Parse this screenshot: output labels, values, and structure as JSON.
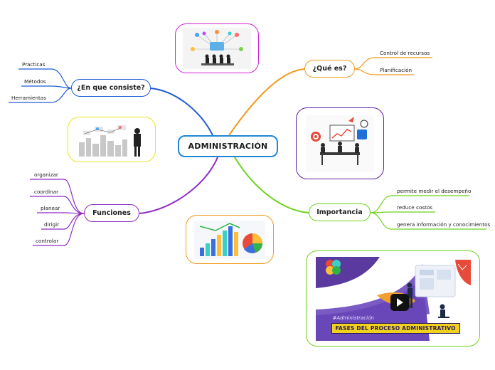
{
  "central": "ADMINISTRACIÓN",
  "branches": {
    "consiste": {
      "label": "¿En que consiste?",
      "color": "#1e5bd6",
      "leaves": [
        "Practicas",
        "Métodos",
        "Herramientas"
      ]
    },
    "que_es": {
      "label": "¿Qué es?",
      "color": "#f29a1c",
      "leaves": [
        "Control de recursos",
        "Planificación"
      ]
    },
    "funciones": {
      "label": "Funciones",
      "color": "#8e2bc2",
      "leaves": [
        "organizar",
        "coordinar",
        "planear",
        "dirigir",
        "controlar"
      ]
    },
    "importancia": {
      "label": "Importancia",
      "color": "#6cd21e",
      "leaves": [
        "permite medir el desempeño",
        "reduce costos",
        "genera información y conocimientos"
      ]
    }
  },
  "images": {
    "network": {
      "border": "#d41fd4",
      "icon": "network-people-illustration"
    },
    "meeting": {
      "border": "#5a1fa8",
      "icon": "business-meeting-illustration"
    },
    "city": {
      "border": "#e6e61e",
      "icon": "city-business-illustration"
    },
    "charts": {
      "border": "#f29a1c",
      "icon": "bar-pie-chart-illustration"
    },
    "video": {
      "border": "#6cd21e",
      "icon": "video-thumbnail",
      "hashtag": "#Administración",
      "banner": "FASES DEL PROCESO ADMINISTRATIVO"
    }
  }
}
